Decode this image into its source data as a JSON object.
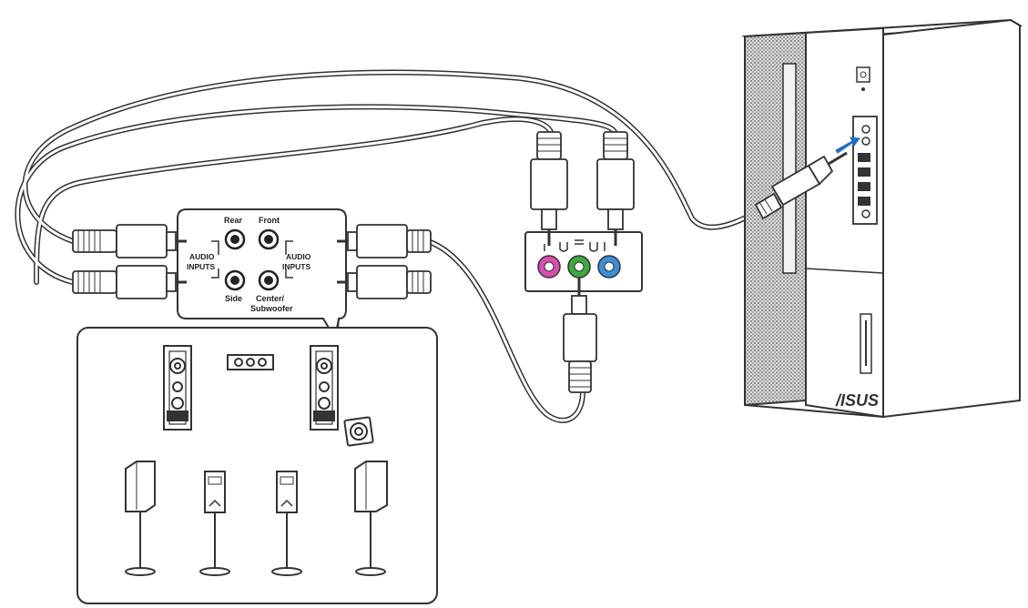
{
  "hub": {
    "label_rear": "Rear",
    "label_front": "Front",
    "label_side": "Side",
    "label_center_line1": "Center/",
    "label_center_line2": "Subwoofer",
    "audio_inputs_left_line1": "AUDIO",
    "audio_inputs_left_line2": "INPUTS",
    "audio_inputs_right_line1": "AUDIO",
    "audio_inputs_right_line2": "INPUTS"
  },
  "pc": {
    "brand": "/ISUS"
  },
  "colors": {
    "jack_pink": "#d84fb0",
    "jack_green": "#3fa83f",
    "jack_blue": "#3a8fd8",
    "arrow_blue": "#1f6fc4",
    "case_dark": "#9a9a9a",
    "outline": "#333333"
  },
  "icons": [
    "speaker-icon",
    "subwoofer-icon",
    "audio-jack-icon",
    "rca-plug-icon",
    "desktop-pc-icon"
  ]
}
